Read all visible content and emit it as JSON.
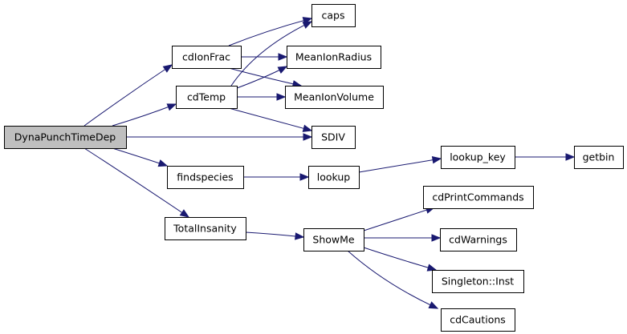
{
  "diagram": {
    "type": "call-graph",
    "colors": {
      "edge": "#191970",
      "root_fill": "#bfbfbf",
      "node_fill": "#ffffff",
      "border": "#000000"
    },
    "nodes": [
      {
        "id": "DynaPunchTimeDep",
        "label": "DynaPunchTimeDep",
        "root": true
      },
      {
        "id": "cdIonFrac",
        "label": "cdIonFrac"
      },
      {
        "id": "cdTemp",
        "label": "cdTemp"
      },
      {
        "id": "findspecies",
        "label": "findspecies"
      },
      {
        "id": "TotalInsanity",
        "label": "TotalInsanity"
      },
      {
        "id": "caps",
        "label": "caps"
      },
      {
        "id": "MeanIonRadius",
        "label": "MeanIonRadius"
      },
      {
        "id": "MeanIonVolume",
        "label": "MeanIonVolume"
      },
      {
        "id": "SDIV",
        "label": "SDIV"
      },
      {
        "id": "lookup",
        "label": "lookup"
      },
      {
        "id": "lookup_key",
        "label": "lookup_key"
      },
      {
        "id": "getbin",
        "label": "getbin"
      },
      {
        "id": "ShowMe",
        "label": "ShowMe"
      },
      {
        "id": "cdPrintCommands",
        "label": "cdPrintCommands"
      },
      {
        "id": "cdWarnings",
        "label": "cdWarnings"
      },
      {
        "id": "Singleton_Inst",
        "label": "Singleton::Inst"
      },
      {
        "id": "cdCautions",
        "label": "cdCautions"
      }
    ],
    "edges": [
      {
        "from": "DynaPunchTimeDep",
        "to": "cdIonFrac"
      },
      {
        "from": "DynaPunchTimeDep",
        "to": "cdTemp"
      },
      {
        "from": "DynaPunchTimeDep",
        "to": "SDIV"
      },
      {
        "from": "DynaPunchTimeDep",
        "to": "findspecies"
      },
      {
        "from": "DynaPunchTimeDep",
        "to": "TotalInsanity"
      },
      {
        "from": "cdIonFrac",
        "to": "caps"
      },
      {
        "from": "cdIonFrac",
        "to": "MeanIonRadius"
      },
      {
        "from": "cdIonFrac",
        "to": "MeanIonVolume"
      },
      {
        "from": "cdTemp",
        "to": "caps"
      },
      {
        "from": "cdTemp",
        "to": "MeanIonRadius"
      },
      {
        "from": "cdTemp",
        "to": "MeanIonVolume"
      },
      {
        "from": "cdTemp",
        "to": "SDIV"
      },
      {
        "from": "findspecies",
        "to": "lookup"
      },
      {
        "from": "lookup",
        "to": "lookup_key"
      },
      {
        "from": "lookup_key",
        "to": "getbin"
      },
      {
        "from": "TotalInsanity",
        "to": "ShowMe"
      },
      {
        "from": "ShowMe",
        "to": "cdPrintCommands"
      },
      {
        "from": "ShowMe",
        "to": "cdWarnings"
      },
      {
        "from": "ShowMe",
        "to": "Singleton_Inst"
      },
      {
        "from": "ShowMe",
        "to": "cdCautions"
      }
    ]
  }
}
